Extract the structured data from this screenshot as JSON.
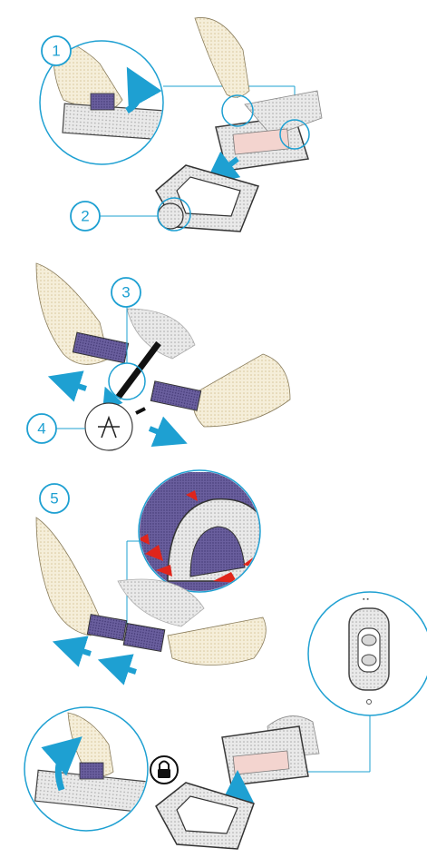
{
  "steps": [
    {
      "label": "1"
    },
    {
      "label": "2"
    },
    {
      "label": "3"
    },
    {
      "label": "4"
    },
    {
      "label": "5"
    }
  ],
  "icons": [
    "lock-icon",
    "arrow-icon",
    "brush-bar-icon",
    "remote-control-icon",
    "hand-icon"
  ],
  "colors": {
    "accent": "#1ea0d2",
    "brush": "#5a4f8c",
    "bristle_red": "#e0251b",
    "skin": "#f3ecd9",
    "outline": "#3a3a3a",
    "grey": "#bdbdbd"
  }
}
